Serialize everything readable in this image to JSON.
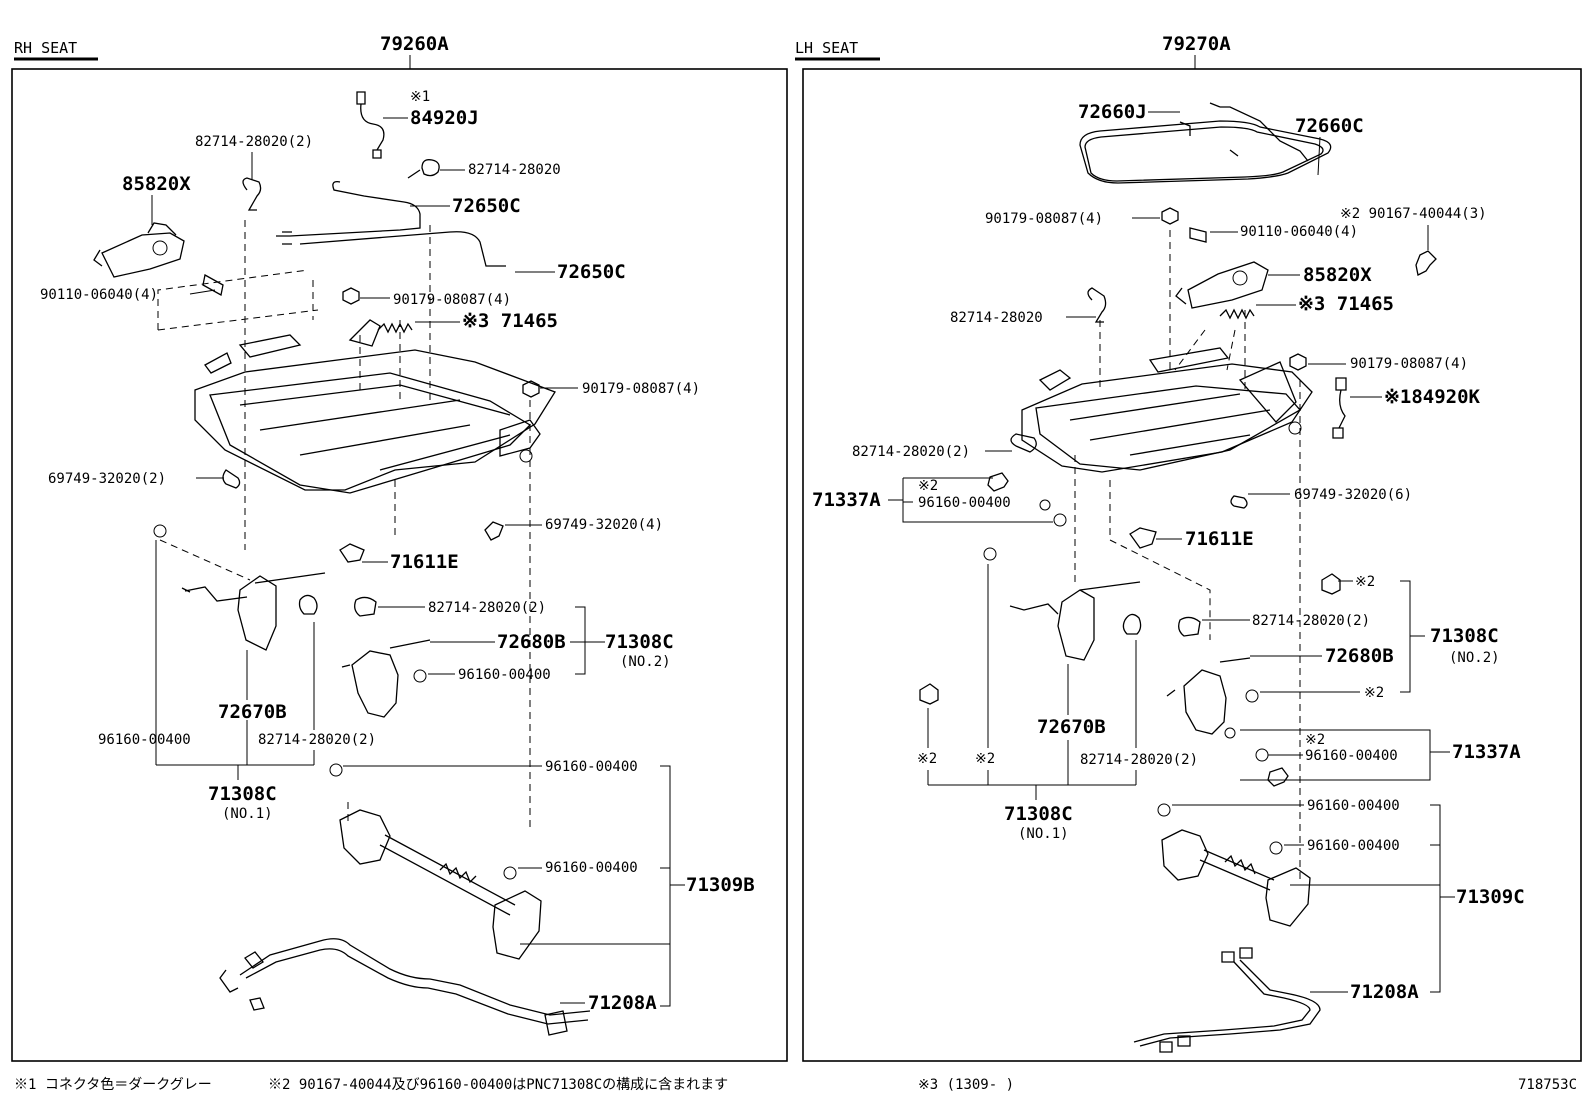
{
  "rh": {
    "seat_label": "RH SEAT",
    "assembly": "79260A",
    "note1_mark": "※1",
    "labels": {
      "p84920J": "84920J",
      "p82714_top_left": "82714-28020(2)",
      "p82714_top_right": "82714-28020",
      "p85820X": "85820X",
      "p72650C_a": "72650C",
      "p72650C_b": "72650C",
      "p90110": "90110-06040(4)",
      "p90179_a": "90179-08087(4)",
      "p71465": "※3 71465",
      "p90179_b": "90179-08087(4)",
      "p69749_a": "69749-32020(2)",
      "p69749_b": "69749-32020(4)",
      "p71611E": "71611E",
      "p82714_mid": "82714-28020(2)",
      "p72680B": "72680B",
      "p71308C_no2": "71308C",
      "no2": "(NO.2)",
      "p96160_mid": "96160-00400",
      "p72670B": "72670B",
      "p96160_left": "96160-00400",
      "p82714_low": "82714-28020(2)",
      "p71308C_no1": "71308C",
      "no1": "(NO.1)",
      "p96160_c": "96160-00400",
      "p96160_d": "96160-00400",
      "p71309B": "71309B",
      "p71208A": "71208A"
    }
  },
  "lh": {
    "seat_label": "LH SEAT",
    "assembly": "79270A",
    "labels": {
      "p72660J": "72660J",
      "p72660C": "72660C",
      "p90179_top": "90179-08087(4)",
      "p90167": "※2 90167-40044(3)",
      "p90110": "90110-06040(4)",
      "p85820X": "85820X",
      "p82714_a": "82714-28020",
      "p71465": "※3 71465",
      "p90179_b": "90179-08087(4)",
      "p84920K": "※184920K",
      "p82714_b": "82714-28020(2)",
      "p71337A_a": "71337A",
      "mark2_a": "※2",
      "p96160_a": "96160-00400",
      "p69749": "69749-32020(6)",
      "p71611E": "71611E",
      "mark2_b": "※2",
      "p82714_c": "82714-28020(2)",
      "p71308C_no2": "71308C",
      "no2": "(NO.2)",
      "p72680B": "72680B",
      "mark2_c": "※2",
      "mark2_d": "※2",
      "p96160_b": "96160-00400",
      "p71337A_b": "71337A",
      "mark2_e": "※2",
      "mark2_f": "※2",
      "p72670B": "72670B",
      "p82714_d": "82714-28020(2)",
      "p71308C_no1": "71308C",
      "no1": "(NO.1)",
      "p96160_c": "96160-00400",
      "p96160_d": "96160-00400",
      "p71309C": "71309C",
      "p71208A": "71208A"
    }
  },
  "footer": {
    "note1": "※1 コネクタ色＝ダークグレー",
    "note2": "※2 90167-40044及び96160-00400はPNC71308Cの構成に含まれます",
    "note3": "※3 (1309-       )",
    "code": "718753C"
  }
}
